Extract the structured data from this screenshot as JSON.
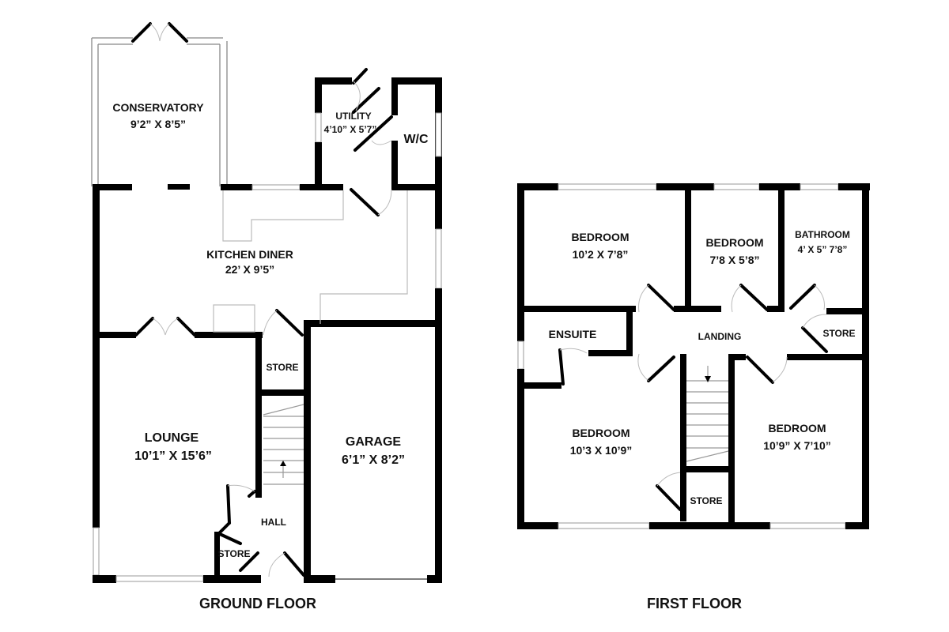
{
  "ground_floor": {
    "title": "GROUND FLOOR",
    "rooms": {
      "conservatory": {
        "name": "CONSERVATORY",
        "size": "9’2” X 8’5”"
      },
      "utility": {
        "name": "UTILITY",
        "size": "4’10” X 5’7”"
      },
      "wc": {
        "name": "W/C"
      },
      "kitchen_diner": {
        "name": "KITCHEN DINER",
        "size": "22’ X 9’5”"
      },
      "store_upper": {
        "name": "STORE"
      },
      "lounge": {
        "name": "LOUNGE",
        "size": "10’1” X 15’6”"
      },
      "garage": {
        "name": "GARAGE",
        "size": "6’1” X 8’2”"
      },
      "hall": {
        "name": "HALL"
      },
      "store_lower": {
        "name": "STORE"
      }
    }
  },
  "first_floor": {
    "title": "FIRST FLOOR",
    "rooms": {
      "bedroom_1": {
        "name": "BEDROOM",
        "size": "10’2 X 7’8”"
      },
      "bedroom_2": {
        "name": "BEDROOM",
        "size": "7’8 X 5’8”"
      },
      "bathroom": {
        "name": "BATHROOM",
        "size": "4’ X 5” 7’8”"
      },
      "ensuite": {
        "name": "ENSUITE"
      },
      "landing": {
        "name": "LANDING"
      },
      "store_landing": {
        "name": "STORE"
      },
      "bedroom_3": {
        "name": "BEDROOM",
        "size": "10’3 X 10’9”"
      },
      "bedroom_4": {
        "name": "BEDROOM",
        "size": "10’9” X 7’10”"
      },
      "store_bedroom": {
        "name": "STORE"
      }
    }
  }
}
